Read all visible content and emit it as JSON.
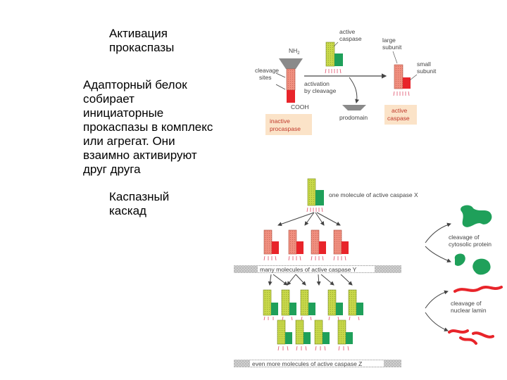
{
  "slide": {
    "activation_title": "Активация\nпрокаспазы",
    "adaptor_text": "Адапторный белок собирает инициаторные прокаспазы в комплекс или агрегат. Они взаимно активируют друг друга",
    "cascade_title": "Каспазный\nкаскад"
  },
  "top_diagram": {
    "active_caspase": "active\ncaspase",
    "nh2": "NH",
    "nh2_sub": "2",
    "large_subunit": "large\nsubunit",
    "small_subunit": "small\nsubunit",
    "cleavage_sites": "cleavage\nsites",
    "activation_by_cleavage": "activation\nby cleavage",
    "cooh": "COOH",
    "inactive_procaspase": "inactive\nprocaspase",
    "prodomain": "prodomain",
    "active_caspase_box": "active\ncaspase"
  },
  "cascade_diagram": {
    "one_molecule": "one molecule of active caspase X",
    "many_molecules": "many molecules of active caspase Y",
    "even_more": "even more molecules of active caspase Z",
    "cleavage_cytosolic": "cleavage of\ncytosolic protein",
    "cleavage_lamin": "cleavage of\nnuclear lamin"
  },
  "colors": {
    "yellow_green": "#c8d84a",
    "green": "#1fa05a",
    "salmon": "#f09080",
    "red": "#e8242a",
    "label_box": "#fbe3c8",
    "band": "#bdbdbd"
  }
}
